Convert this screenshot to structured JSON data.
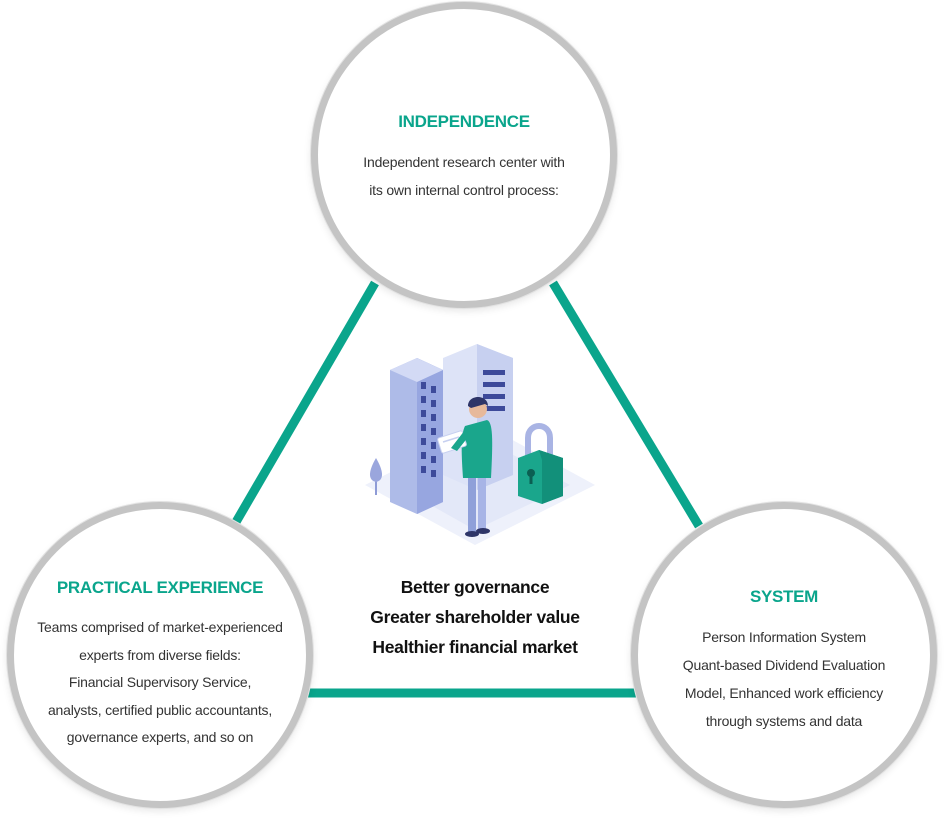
{
  "colors": {
    "accent": "#0aa58c",
    "circle_border": "#c4c4c4",
    "text": "#333333"
  },
  "nodes": {
    "independence": {
      "title": "INDEPENDENCE",
      "lines": [
        "Independent research center with",
        "its own internal control process:"
      ]
    },
    "practical_experience": {
      "title": "PRACTICAL EXPERIENCE",
      "lines": [
        "Teams comprised of market-experienced",
        "experts from diverse fields:",
        "Financial Supervisory Service,",
        "analysts, certified public accountants,",
        "governance experts, and so on"
      ]
    },
    "system": {
      "title": "SYSTEM",
      "lines": [
        "Person Information System",
        "Quant-based Dividend Evaluation",
        "Model, Enhanced work efficiency",
        "through systems and data"
      ]
    }
  },
  "center": {
    "lines": [
      "Better governance",
      "Greater shareholder value",
      "Healthier financial market"
    ]
  },
  "illustration": {
    "icons": [
      "office-building-icon",
      "person-with-document-icon",
      "padlock-icon",
      "tree-icon"
    ]
  }
}
